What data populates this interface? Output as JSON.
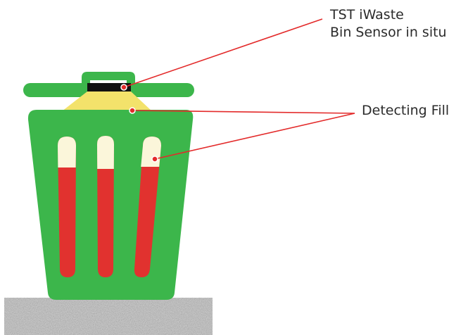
{
  "labels": {
    "sensor_line1": "TST iWaste",
    "sensor_line2": "Bin Sensor in situ",
    "fill": "Detecting Fill"
  },
  "colors": {
    "bin_green": "#3cb64b",
    "bin_outline": "#2f9f3d",
    "waste_red": "#e1322f",
    "empty_highlight": "#fbf6da",
    "sensor_black": "#111111",
    "sensor_beam": "#f3e26b",
    "callout_line": "#e32a2a",
    "concrete": "#8b8b8b",
    "label_text": "#2b2b2b"
  },
  "icons": {
    "bin": "trash-bin-icon",
    "sensor": "sensor-icon",
    "ground": "concrete-base"
  }
}
